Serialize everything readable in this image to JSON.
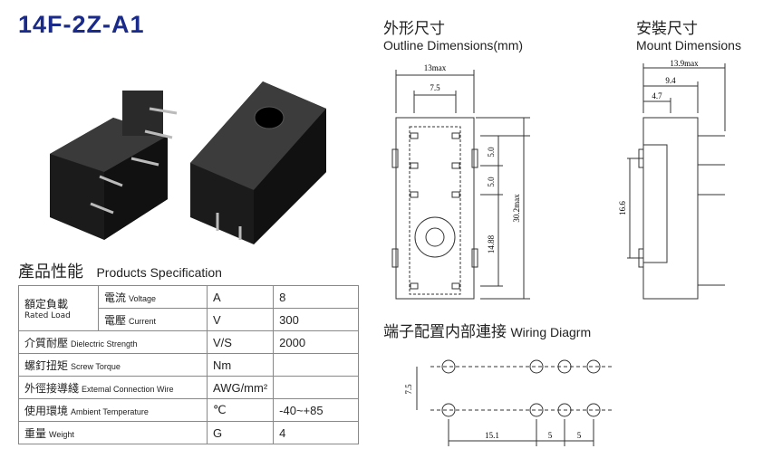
{
  "title": "14F-2Z-A1",
  "outline": {
    "cn": "外形尺寸",
    "en": "Outline Dimensions(mm)"
  },
  "mount": {
    "cn": "安裝尺寸",
    "en": "Mount Dimensions"
  },
  "wiring": {
    "cn": "端子配置内部連接",
    "en": "Wiring Diagrm"
  },
  "spec": {
    "cn": "產品性能",
    "en": "Products Specification",
    "rated_load": {
      "cn": "額定負載",
      "en": "Rated Load"
    },
    "rows": [
      {
        "cn": "電流",
        "en": "Voltage",
        "unit": "A",
        "value": "8"
      },
      {
        "cn": "電壓",
        "en": "Current",
        "unit": "V",
        "value": "300"
      },
      {
        "cn": "介質耐壓",
        "en": "Dielectric Strength",
        "unit": "V/S",
        "value": "2000"
      },
      {
        "cn": "螺釘扭矩",
        "en": "Screw Torque",
        "unit": "Nm",
        "value": ""
      },
      {
        "cn": "外徑接導綫",
        "en": "Extemal Connection Wire",
        "unit": "AWG/mm²",
        "value": ""
      },
      {
        "cn": "使用環境",
        "en": "Ambient Temperature",
        "unit": "℃",
        "value": "-40~+85"
      },
      {
        "cn": "重量",
        "en": "Weight",
        "unit": "G",
        "value": "4"
      }
    ]
  },
  "outline_dims": {
    "width": "13max",
    "pitch": "7.5",
    "v1": "5.0",
    "v2": "5.0",
    "v3": "14.88",
    "height": "30.2max"
  },
  "mount_dims": {
    "d1": "13.9max",
    "d2": "9.4",
    "d3": "4.7",
    "d4": "16.6"
  },
  "wiring_dims": {
    "v": "7.5",
    "h1": "15.1",
    "h2": "5",
    "h3": "5"
  }
}
